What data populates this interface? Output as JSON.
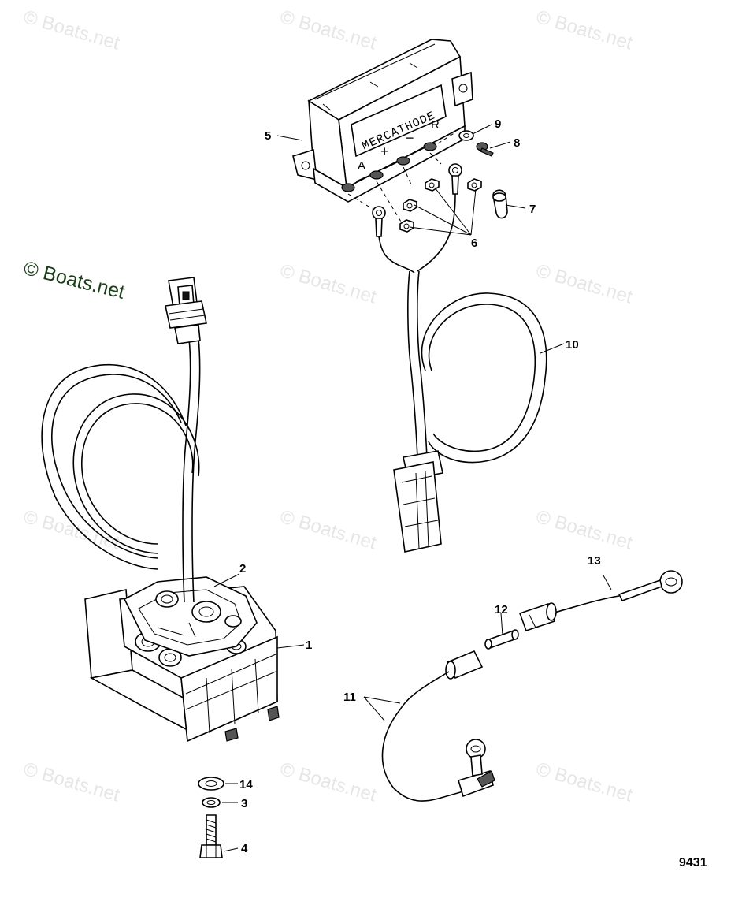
{
  "watermarks": {
    "light": "© Boats.net",
    "dark": "© Boats.net"
  },
  "module": {
    "brand": "MERCATHODE",
    "terminal_a": "A",
    "terminal_plus": "+",
    "terminal_minus": "−",
    "terminal_r": "R"
  },
  "callouts": {
    "c1": "1",
    "c2": "2",
    "c3": "3",
    "c4": "4",
    "c5": "5",
    "c6": "6",
    "c7": "7",
    "c8": "8",
    "c9": "9",
    "c10": "10",
    "c11": "11",
    "c12": "12",
    "c13": "13",
    "c14": "14"
  },
  "figure_number": "9431",
  "colors": {
    "line": "#000000",
    "watermark": "#e6e6e6",
    "watermark_dark": "#1a3d1a"
  }
}
